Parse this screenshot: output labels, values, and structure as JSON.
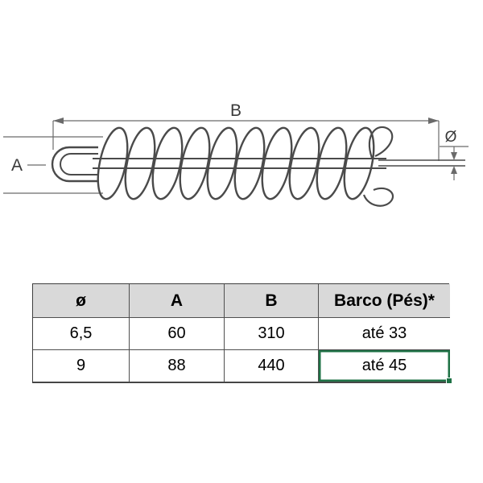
{
  "drawing": {
    "labels": {
      "length_total": "B",
      "height": "A",
      "rod_diameter": "Ø"
    }
  },
  "table": {
    "headers": [
      "ø",
      "A",
      "B",
      "Barco (Pés)*"
    ],
    "rows": [
      [
        "6,5",
        "60",
        "310",
        "até 33"
      ],
      [
        "9",
        "88",
        "440",
        "até 45"
      ]
    ]
  },
  "colors": {
    "selection_green": "#1e7145",
    "header_bg": "#d9d9d9",
    "line_gray": "#4a4a4a"
  }
}
